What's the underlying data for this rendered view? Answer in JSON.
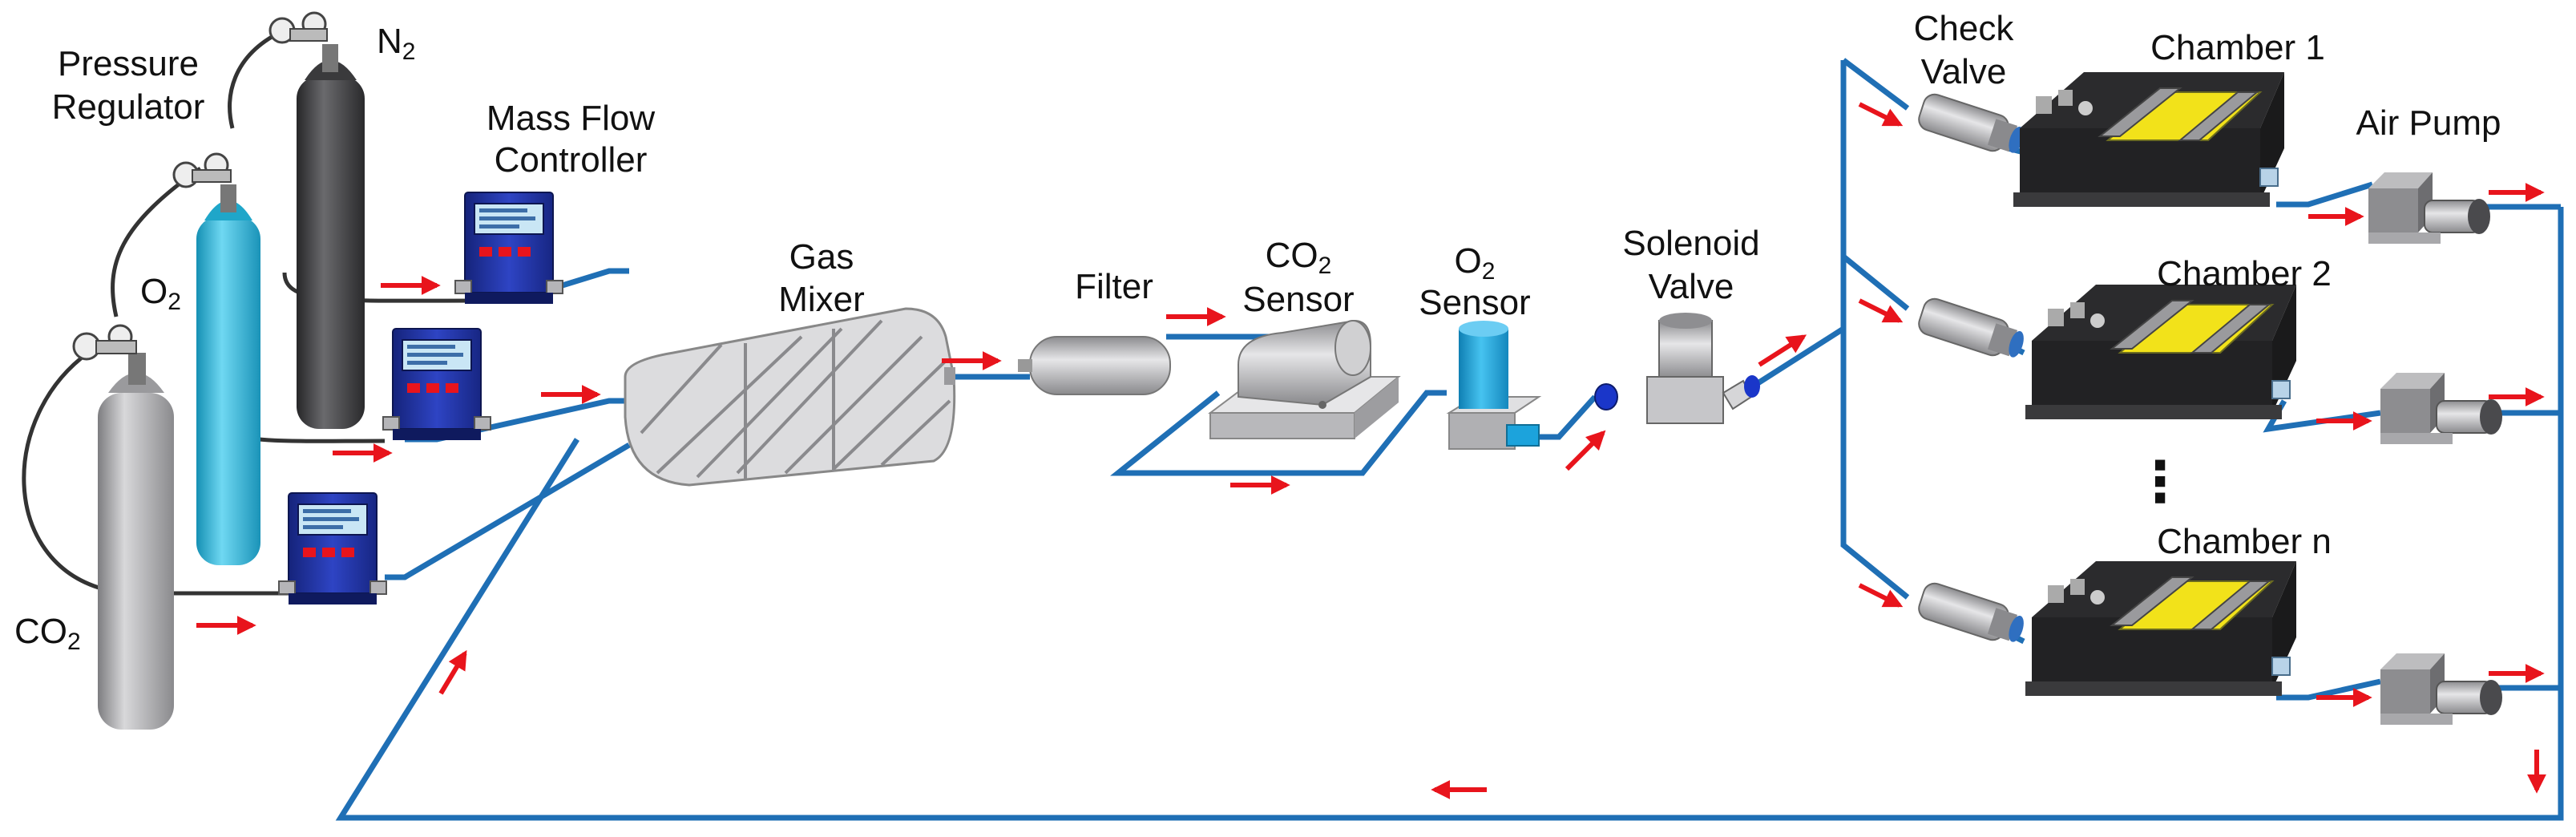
{
  "labels": {
    "pressure_regulator_1": "Pressure",
    "pressure_regulator_2": "Regulator",
    "n2": "N",
    "n2_sub": "2",
    "o2": "O",
    "o2_sub": "2",
    "co2": "CO",
    "co2_sub": "2",
    "mfc_1": "Mass Flow",
    "mfc_2": "Controller",
    "gas_1": "Gas",
    "gas_2": "Mixer",
    "filter": "Filter",
    "co2_sensor_1": "CO",
    "co2_sensor_1_sub": "2",
    "co2_sensor_2": "Sensor",
    "o2_sensor_1": "O",
    "o2_sensor_1_sub": "2",
    "o2_sensor_2": "Sensor",
    "solenoid_1": "Solenoid",
    "solenoid_2": "Valve",
    "check_1": "Check",
    "check_2": "Valve",
    "chamber_1": "Chamber 1",
    "chamber_2": "Chamber 2",
    "chamber_n": "Chamber n",
    "air_pump": "Air Pump",
    "ellipsis": "⋮"
  },
  "colors": {
    "pipe": "#1f6fb5",
    "arrow": "#e8141c",
    "cylinder_gray": "#a9a9ab",
    "cylinder_cyan": "#29b6d8",
    "cylinder_dark": "#3e3e40",
    "mfc_blue": "#1c2f9e",
    "chamber_yellow": "#f2e21a",
    "o2_sensor_cyan": "#1ca3dc"
  }
}
